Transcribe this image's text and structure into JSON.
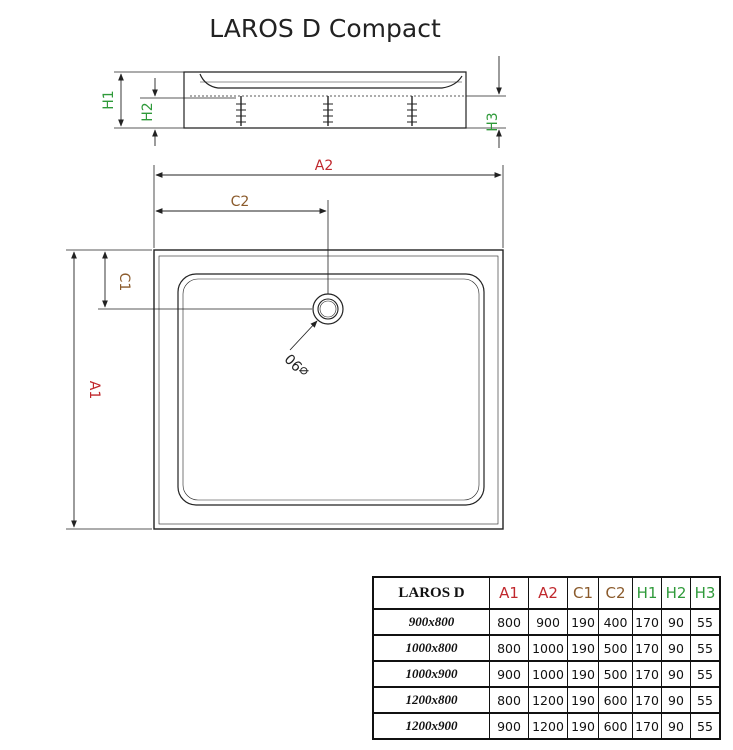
{
  "title": "LAROS D Compact",
  "labels": {
    "A1": "A1",
    "A2": "A2",
    "C1": "C1",
    "C2": "C2",
    "H1": "H1",
    "H2": "H2",
    "H3": "H3",
    "drain": "⌀90"
  },
  "colors": {
    "A": "#c0282d",
    "C": "#8a5a2b",
    "H": "#2f9a3a",
    "line": "#222222"
  },
  "table": {
    "model_header": "LAROS D",
    "columns": [
      "A1",
      "A2",
      "C1",
      "C2",
      "H1",
      "H2",
      "H3"
    ],
    "rows": [
      {
        "model": "900x800",
        "values": [
          "800",
          "900",
          "190",
          "400",
          "170",
          "90",
          "55"
        ]
      },
      {
        "model": "1000x800",
        "values": [
          "800",
          "1000",
          "190",
          "500",
          "170",
          "90",
          "55"
        ]
      },
      {
        "model": "1000x900",
        "values": [
          "900",
          "1000",
          "190",
          "500",
          "170",
          "90",
          "55"
        ]
      },
      {
        "model": "1200x800",
        "values": [
          "800",
          "1200",
          "190",
          "600",
          "170",
          "90",
          "55"
        ]
      },
      {
        "model": "1200x900",
        "values": [
          "900",
          "1200",
          "190",
          "600",
          "170",
          "90",
          "55"
        ]
      }
    ]
  }
}
